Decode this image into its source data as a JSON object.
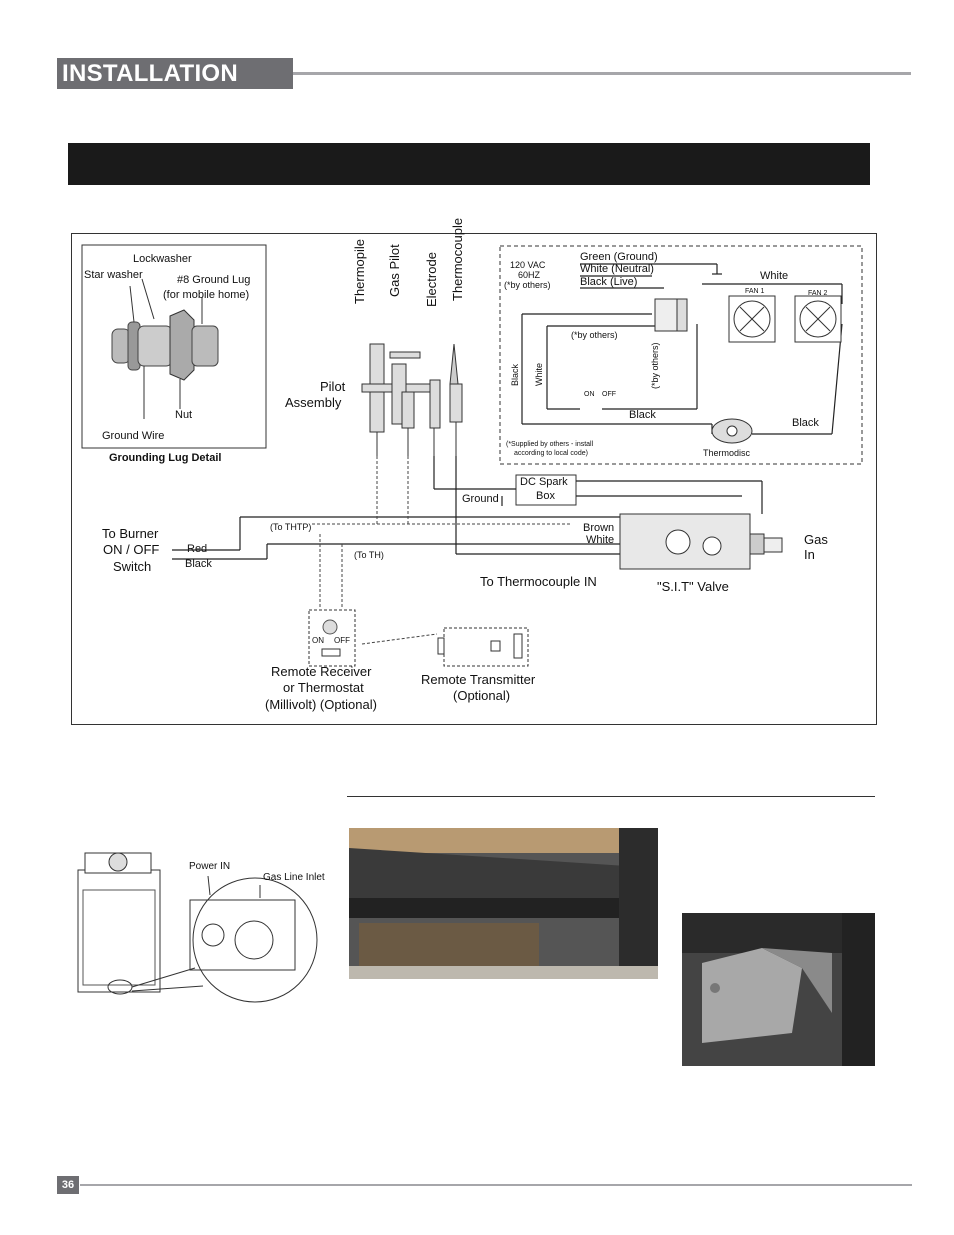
{
  "header": {
    "title": "INSTALLATION"
  },
  "ground_detail": {
    "lockwasher": "Lockwasher",
    "star_washer": "Star washer",
    "ground_lug": "#8 Ground Lug",
    "mobile_home": "(for mobile home)",
    "nut": "Nut",
    "ground_wire": "Ground Wire",
    "caption": "Grounding Lug Detail"
  },
  "pilot": {
    "thermopile": "Thermopile",
    "gas_pilot": "Gas Pilot",
    "electrode": "Electrode",
    "thermocouple": "Thermocouple",
    "assembly_1": "Pilot",
    "assembly_2": "Assembly"
  },
  "fan_circuit": {
    "vac": "120 VAC",
    "hz": "60HZ",
    "by_others": "(*by others)",
    "green": "Green (Ground)",
    "white_neutral": "White (Neutral)",
    "black_live": "Black (Live)",
    "white": "White",
    "fan1": "FAN 1",
    "fan2": "FAN 2",
    "by_others_2": "(*by others)",
    "black_v": "Black",
    "white_v": "White",
    "by_others_v": "(*by others)",
    "on": "ON",
    "off": "OFF",
    "black_1": "Black",
    "black_2": "Black",
    "note_1": "(*Supplied by others  - install",
    "note_2": "according to local code)",
    "thermodisc": "Thermodisc"
  },
  "wiring": {
    "dc_spark_1": "DC Spark",
    "dc_spark_2": "Box",
    "ground": "Ground",
    "to_burner_1": "To Burner",
    "to_burner_2": "ON / OFF",
    "to_burner_3": "Switch",
    "red": "Red",
    "black": "Black",
    "to_thtp": "(To THTP)",
    "to_th": "(To TH)",
    "brown": "Brown",
    "white": "White",
    "gas_in_1": "Gas",
    "gas_in_2": "In",
    "to_thermocouple": "To Thermocouple IN",
    "sit_valve": "\"S.I.T\" Valve"
  },
  "remote": {
    "on": "ON",
    "off": "OFF",
    "receiver_1": "Remote Receiver",
    "receiver_2": "or Thermostat",
    "receiver_3": "(Millivolt) (Optional)",
    "transmitter_1": "Remote Transmitter",
    "transmitter_2": "(Optional)"
  },
  "inlet_diagram": {
    "power_in": "Power IN",
    "gas_line_inlet": "Gas Line Inlet"
  },
  "footer": {
    "page": "36"
  }
}
